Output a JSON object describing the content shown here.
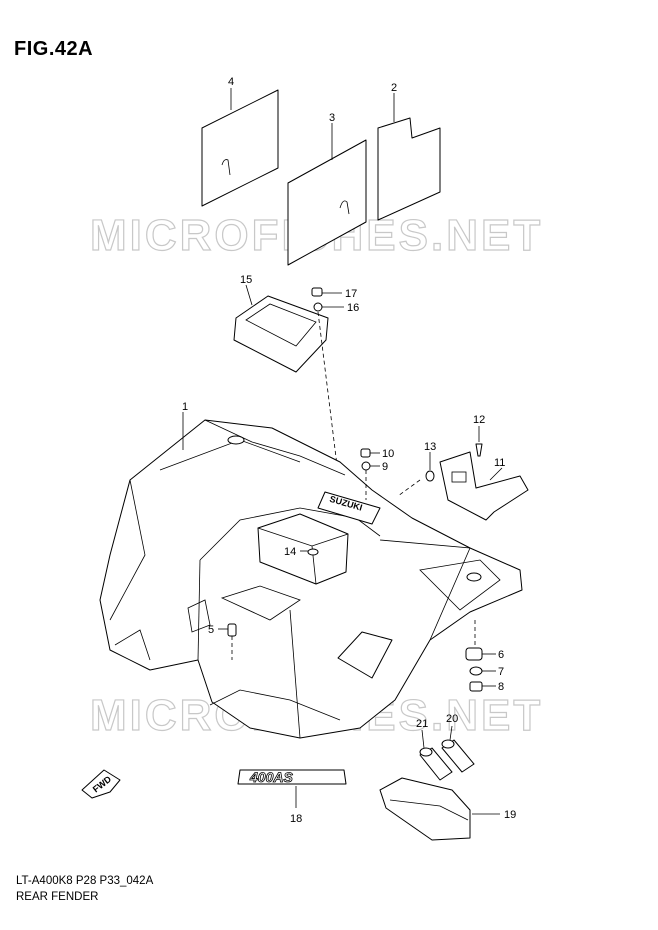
{
  "figure": {
    "title": "FIG.42A",
    "code": "LT-A400K8 P28 P33_042A",
    "name": "REAR FENDER",
    "watermark": "MICROFICHES.NET",
    "emblem_text": "400AS",
    "fender_logo": "SUZUKI",
    "fwd_label": "FWD"
  },
  "callouts": [
    "1",
    "2",
    "3",
    "4",
    "5",
    "6",
    "7",
    "8",
    "9",
    "10",
    "11",
    "12",
    "13",
    "14",
    "15",
    "16",
    "17",
    "18",
    "19",
    "20",
    "21"
  ]
}
